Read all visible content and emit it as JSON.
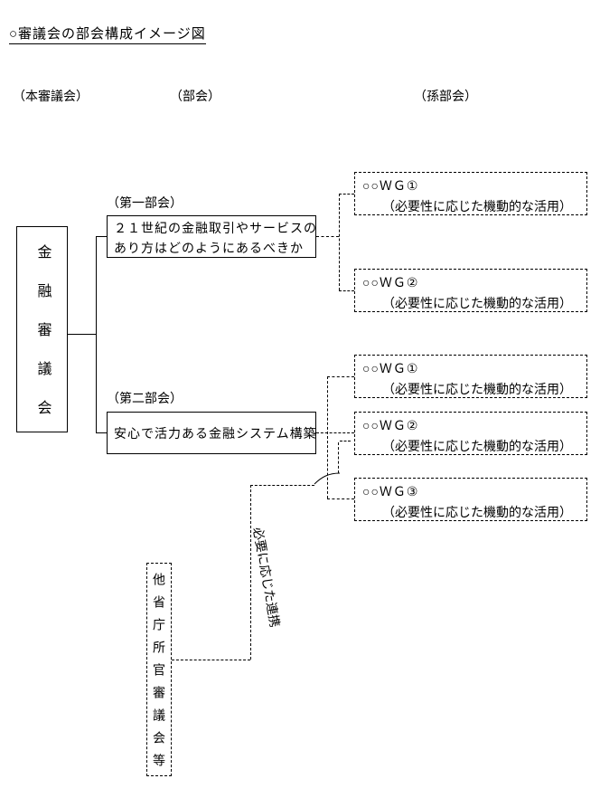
{
  "page_title": "○審議会の部会構成イメージ図",
  "column_headers": {
    "council": "（本審議会）",
    "subcommittee": "（部会）",
    "sub_subcommittee": "（孫部会）"
  },
  "council": {
    "name": "金融審議会"
  },
  "subcommittee1": {
    "label": "（第一部会）",
    "line1": "２１世紀の金融取引やサービスの",
    "line2": "あり方はどのようにあるべきか",
    "wgs": [
      {
        "name": "○○ＷＧ①",
        "note": "（必要性に応じた機動的な活用）"
      },
      {
        "name": "○○ＷＧ②",
        "note": "（必要性に応じた機動的な活用）"
      }
    ]
  },
  "subcommittee2": {
    "label": "（第二部会）",
    "line1": "安心で活力ある金融システム構築",
    "wgs": [
      {
        "name": "○○ＷＧ①",
        "note": "（必要性に応じた機動的な活用）"
      },
      {
        "name": "○○ＷＧ②",
        "note": "（必要性に応じた機動的な活用）"
      },
      {
        "name": "○○ＷＧ③",
        "note": "（必要性に応じた機動的な活用）"
      }
    ]
  },
  "cooperation": {
    "label": "必要に応じた連携",
    "external_body": "他省庁所官審議会等"
  },
  "colors": {
    "ink": "#000000",
    "background": "#ffffff"
  }
}
